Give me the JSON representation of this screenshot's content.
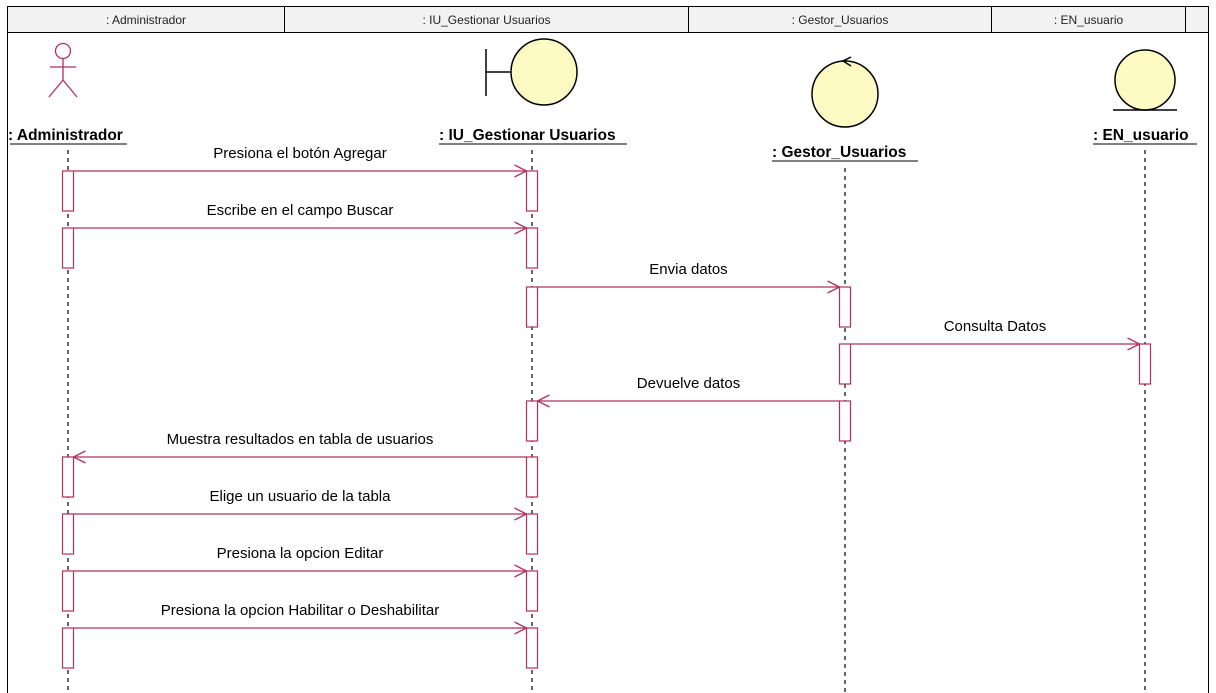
{
  "header_cells": [
    ": Administrador",
    ": IU_Gestionar Usuarios",
    ": Gestor_Usuarios",
    ": EN_usuario",
    ""
  ],
  "lifelines": {
    "administrador": ": Administrador",
    "iu": ": IU_Gestionar Usuarios",
    "gestor": ": Gestor_Usuarios",
    "en": ": EN_usuario"
  },
  "messages": [
    {
      "label": "Presiona el botón Agregar",
      "from": "administrador",
      "to": "iu"
    },
    {
      "label": "Escribe en el campo Buscar",
      "from": "administrador",
      "to": "iu"
    },
    {
      "label": "Envia datos",
      "from": "iu",
      "to": "gestor"
    },
    {
      "label": "Consulta Datos",
      "from": "gestor",
      "to": "en"
    },
    {
      "label": "Devuelve datos",
      "from": "gestor",
      "to": "iu"
    },
    {
      "label": "Muestra resultados en tabla de usuarios",
      "from": "iu",
      "to": "administrador"
    },
    {
      "label": "Elige un usuario de la tabla",
      "from": "administrador",
      "to": "iu"
    },
    {
      "label": "Presiona la opcion Editar",
      "from": "administrador",
      "to": "iu"
    },
    {
      "label": "Presiona la opcion Habilitar o Deshabilitar",
      "from": "administrador",
      "to": "iu"
    }
  ],
  "colors": {
    "message_line": "#b0305a",
    "object_fill": "#fdfbc3",
    "lifeline": "#000000"
  }
}
